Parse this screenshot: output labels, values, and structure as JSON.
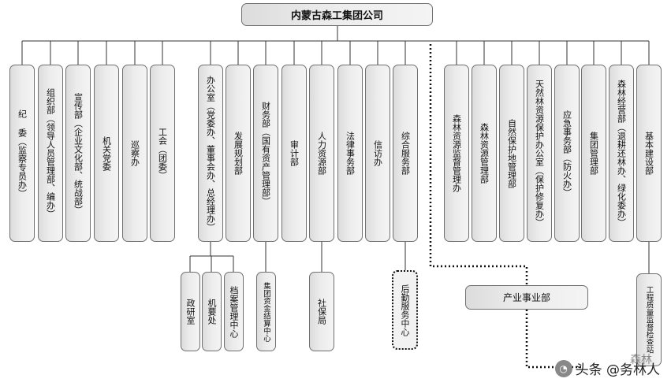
{
  "root": "内蒙古森工集团公司",
  "top_row": [
    "纪 委（监察专员办）",
    "组织部（领导人员管理部、编办）",
    "宣传部（企业文化部、统战部）",
    "机关党委",
    "巡察办",
    "工会（团委）",
    "办公室（党委办、董事会办、总经理办）",
    "发展规划部",
    "财务部（国有资产管理部）",
    "审计部",
    "人力资源部",
    "法律事务部",
    "信访办",
    "综合服务部",
    "森林资源监督管理办",
    "森林资源管理部",
    "自然保护地管理部",
    "天然林资源保护办公室（保护修复办）",
    "应急事务部（防火办）",
    "集团管理部",
    "森林经营部（退耕还林办、绿化委办）",
    "基本建设部"
  ],
  "sub_units": {
    "office": [
      "政研室",
      "机要处",
      "档案管理中心"
    ],
    "finance": "集团资金结算中心",
    "hr": "社保局",
    "service": "后勤服务中心",
    "construction": "工程质量监督检查站"
  },
  "industry": "产业事业部",
  "watermark": {
    "brand": "森林",
    "text": "头条 @务林人"
  }
}
